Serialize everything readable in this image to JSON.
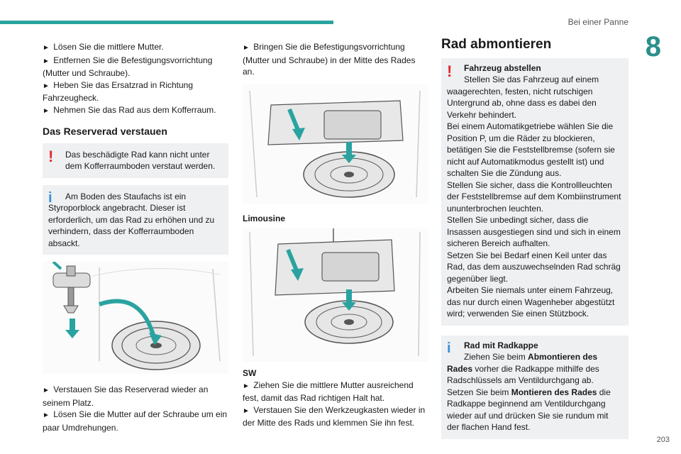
{
  "header": {
    "title": "Bei einer Panne",
    "chapter": "8"
  },
  "col1": {
    "steps_a": [
      "Lösen Sie die mittlere Mutter.",
      "Entfernen Sie die Befestigungsvorrichtung (Mutter und Schraube).",
      "Heben Sie das Ersatzrad in Richtung Fahrzeugheck.",
      "Nehmen Sie das Rad aus dem Kofferraum."
    ],
    "heading": "Das Reserverad verstauen",
    "warning": "Das beschädigte Rad kann nicht unter dem Kofferraumboden verstaut werden.",
    "info": "Am Boden des Staufachs ist ein Styroporblock angebracht. Dieser ist erforderlich, um das Rad zu erhöhen und zu verhindern, dass der Kofferraumboden absackt.",
    "steps_b": [
      "Verstauen Sie das Reserverad wieder an seinem Platz.",
      "Lösen Sie die Mutter auf der Schraube um ein paar Umdrehungen."
    ]
  },
  "col2": {
    "steps_a": [
      "Bringen Sie die Befestigungsvorrichtung (Mutter und Schraube) in der Mitte des Rades an."
    ],
    "label_limo": "Limousine",
    "label_sw": "SW",
    "steps_b": [
      "Ziehen Sie die mittlere Mutter ausreichend fest, damit das Rad richtigen Halt hat.",
      "Verstauen Sie den Werkzeugkasten wieder in der Mitte des Rads und klemmen Sie ihn fest."
    ]
  },
  "col3": {
    "heading": "Rad abmontieren",
    "warn_title": "Fahrzeug abstellen",
    "warn_lines": [
      "Stellen Sie das Fahrzeug auf einem waagerechten, festen, nicht rutschigen Untergrund ab, ohne dass es dabei den Verkehr behindert.",
      "Bei einem Automatikgetriebe wählen Sie die Position P, um die Räder zu blockieren, betätigen Sie die Feststellbremse (sofern sie nicht auf Automatikmodus gestellt ist) und schalten Sie die Zündung aus.",
      "Stellen Sie sicher, dass die Kontrollleuchten der Feststellbremse auf dem Kombiinstrument ununterbrochen leuchten.",
      "Stellen Sie unbedingt sicher, dass die Insassen ausgestiegen sind und sich in einem sicheren Bereich aufhalten.",
      "Setzen Sie bei Bedarf einen Keil unter das Rad, das dem auszuwechselnden Rad schräg gegenüber liegt.",
      "Arbeiten Sie niemals unter einem Fahrzeug, das nur durch einen Wagenheber abgestützt wird; verwenden Sie einen Stützbock."
    ],
    "info_title": "Rad mit Radkappe",
    "info_p1_a": "Ziehen Sie beim ",
    "info_p1_b": "Abmontieren des Rades",
    "info_p1_c": " vorher die Radkappe mithilfe des Radschlüssels am Ventildurchgang ab.",
    "info_p2_a": "Setzen Sie beim ",
    "info_p2_b": "Montieren des Rades",
    "info_p2_c": " die Radkappe beginnend am Ventildurchgang wieder auf und drücken Sie sie rundum mit der flachen Hand fest."
  },
  "footer": {
    "page": "203"
  },
  "colors": {
    "accent": "#2aa3a0",
    "warning": "#e3282e",
    "info": "#3b8fd9",
    "box_bg": "#eef0f2"
  }
}
